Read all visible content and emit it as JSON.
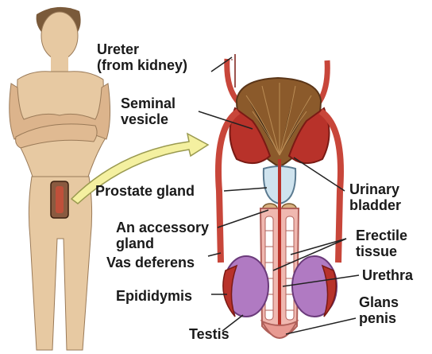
{
  "labels": {
    "ureter": "Ureter\n(from kidney)",
    "seminal_vesicle": "Seminal\nvesicle",
    "prostate_gland": "Prostate gland",
    "accessory_gland": "An accessory\ngland",
    "vas_deferens": "Vas deferens",
    "epididymis": "Epididymis",
    "testis": "Testis",
    "urinary_bladder": "Urinary\nbladder",
    "erectile_tissue": "Erectile\ntissue",
    "urethra": "Urethra",
    "glans_penis": "Glans\npenis"
  },
  "colors": {
    "skin": "#e7c9a2",
    "skin_shadow": "#c9a37a",
    "tissue_red": "#b8322a",
    "tissue_dark": "#7a1a14",
    "tube_red": "#c8463a",
    "bladder_brown": "#8b5a2b",
    "prostate_blue": "#cfe3ee",
    "testis_purple": "#b07ac2",
    "penis_pink": "#f0b8b0",
    "arrow_yellow": "#f4f0a0",
    "leader_line": "#222222"
  }
}
